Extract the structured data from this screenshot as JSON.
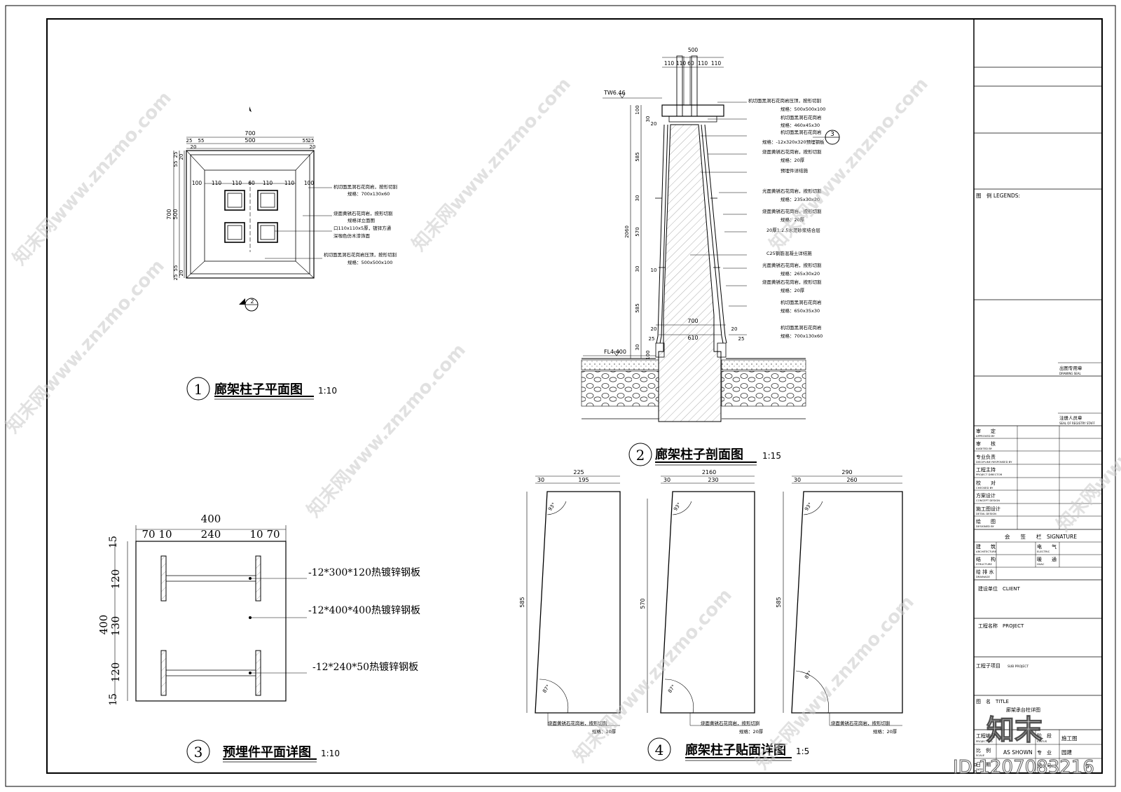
{
  "views": {
    "v1": {
      "number": "1",
      "title": "廊架柱子平面图",
      "scale": "1:10"
    },
    "v2": {
      "number": "2",
      "title": "廊架柱子剖面图",
      "scale": "1:15"
    },
    "v3": {
      "number": "3",
      "title": "预埋件平面详图",
      "scale": "1:10"
    },
    "v4": {
      "number": "4",
      "title": "廊架柱子贴面详图",
      "scale": "1:5"
    }
  },
  "plan": {
    "dims_top": [
      "700",
      "500",
      "25",
      "55",
      "20",
      "55",
      "25",
      "20"
    ],
    "dims_inner": [
      "100",
      "110",
      "110",
      "60",
      "110",
      "110",
      "100"
    ],
    "dims_left": [
      "700",
      "500",
      "25",
      "55",
      "20",
      "55",
      "25",
      "20"
    ],
    "section_marker": "2",
    "notes": [
      "机切面黑洞石花岗岩，按形切割",
      "规格：700x130x60",
      "烧面黄锈石花岗岩，按形切割",
      "规格详立面图",
      "口110x110x5厚，镀锌方通",
      "深咖色仿木漆饰面",
      "机切面黑洞石花岗岩压顶，按形切割",
      "规格：500x500x100"
    ]
  },
  "section": {
    "dims_top": [
      "500",
      "110",
      "110",
      "60",
      "110",
      "110"
    ],
    "elev_top": "TW6.46",
    "elev_bottom": "FL4.400",
    "dims_left": [
      "100",
      "30",
      "20",
      "585",
      "30",
      "2060",
      "570",
      "30",
      "10",
      "585",
      "20",
      "25",
      "30",
      "100"
    ],
    "dims_base": [
      "700",
      "610",
      "20",
      "25"
    ],
    "detail_marker": "3",
    "notes": [
      "机切面黑洞石花岗岩压顶，按形切割",
      "规格：500x500x100",
      "机切面黑洞石花岗岩",
      "规格：460x45x30",
      "机切面黑洞石花岗岩",
      "规格：-12x320x320预埋钢板",
      "烧面黄锈石花岗岩，按形切割",
      "规格：20厚",
      "预埋件详结施",
      "光面黄锈石花岗岩，按形切割",
      "规格：235x30x20",
      "烧面黄锈石花岗岩，按形切割",
      "规格：20厚",
      "20厚1:2.5水泥砂浆结合层",
      "C25钢筋混凝土详结施",
      "光面黄锈石花岗岩，按形切割",
      "规格：265x30x20",
      "烧面黄锈石花岗岩，按形切割",
      "规格：20厚",
      "机切面黑洞石花岗岩",
      "规格：650x35x30",
      "机切面黑洞石花岗岩",
      "规格：700x130x60"
    ]
  },
  "embed": {
    "dims_top": [
      "400",
      "70",
      "10",
      "240",
      "10",
      "70"
    ],
    "dims_left": [
      "15",
      "120",
      "400",
      "130",
      "120",
      "15"
    ],
    "notes": [
      "-12*300*120热镀锌钢板",
      "-12*400*400热镀锌钢板",
      "-12*240*50热镀锌钢板"
    ]
  },
  "cladding": {
    "panels": [
      {
        "total": "225",
        "a": "30",
        "b": "195",
        "height": "585",
        "angle_top": "93°",
        "angle_bottom": "87°"
      },
      {
        "total": "2160",
        "a": "30",
        "b": "230",
        "height": "570",
        "angle_top": "93°",
        "angle_bottom": "87°"
      },
      {
        "total": "290",
        "a": "30",
        "b": "260",
        "height": "585",
        "angle_top": "93°",
        "angle_bottom": "87°"
      }
    ],
    "note_line1": "烧面黄锈石花岗岩，按形切割",
    "note_line2": "规格：20厚"
  },
  "titleblock": {
    "legend": "图　例 LEGENDS:",
    "drawing_seal": "出图专用章",
    "drawing_seal_en": "DRAWING SEAL",
    "registry_seal": "注册人员章",
    "registry_seal_en": "SEAL OF REGISTRY STAFF",
    "approvals": [
      {
        "cn": "审　　定",
        "en": "APPROVED BY"
      },
      {
        "cn": "审　　核",
        "en": "AUDITED BY"
      },
      {
        "cn": "专业负责",
        "en": "DISCIPLINE RESPONSED BY"
      },
      {
        "cn": "工程主持",
        "en": "PROJECT DIRECTOR"
      },
      {
        "cn": "校　　对",
        "en": "CHECKED BY"
      },
      {
        "cn": "方案设计",
        "en": "CONCEPT DESIGN"
      },
      {
        "cn": "施工图设计",
        "en": "DETAIL DESIGN"
      },
      {
        "cn": "绘　　图",
        "en": "DESIGNED BY"
      }
    ],
    "signature": "会　　签　　栏　SIGNATURE",
    "sign_rows": [
      {
        "cn1": "建　　筑",
        "en1": "ARCHITECTURE",
        "cn2": "电　　气",
        "en2": "ELECTRIC"
      },
      {
        "cn1": "结　　构",
        "en1": "STRUCTURE",
        "cn2": "暖　　通",
        "en2": "HVAC"
      },
      {
        "cn1": "给 排 水",
        "en1": "DRAINAGE",
        "cn2": "",
        "en2": ""
      }
    ],
    "client": "建设单位　CLIENT",
    "project": "工程名称　PROJECT",
    "subproject": "工程子项目",
    "subproject_en": "SUB PROJECT",
    "title": "图　名　TITLE",
    "title_value": "廊架承台柱详图",
    "project_no": "工程编号",
    "project_no_en": "PROJECT NO.",
    "stage": "阶　段",
    "stage_en": "STATUS",
    "stage_value": "施工图",
    "scale": "比　例",
    "scale_en": "SCALE",
    "scale_value": "AS SHOWN",
    "discipline": "专　业",
    "discipline_value": "园建",
    "date": "日　期",
    "date_en": "DATE",
    "sheet_no": "图　号",
    "sheet_value": "3"
  },
  "watermark": {
    "text": "知末网www.znzmo.com",
    "logo": "知末",
    "id": "ID:1207083216"
  }
}
